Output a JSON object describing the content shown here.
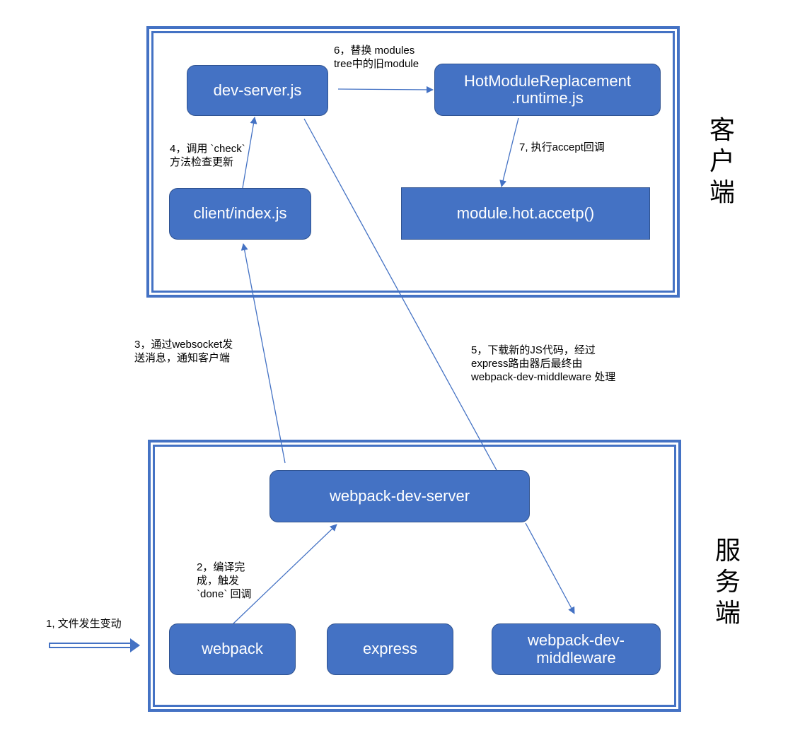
{
  "client": {
    "title": "客\n户\n端",
    "nodes": {
      "dev_server_js": "dev-server.js",
      "hmr_runtime": "HotModuleReplacement\n.runtime.js",
      "client_index": "client/index.js",
      "module_hot_accept": "module.hot.accetp()"
    }
  },
  "server": {
    "title": "服\n务\n端",
    "nodes": {
      "webpack_dev_server": "webpack-dev-server",
      "webpack": "webpack",
      "express": "express",
      "webpack_dev_middleware": "webpack-dev-\nmiddleware"
    }
  },
  "steps": {
    "step1": "1, 文件发生变动",
    "step2": "2，编译完\n成，触发\n`done` 回调",
    "step3": "3，通过websocket发\n送消息，通知客户端",
    "step4": "4，调用 `check`\n方法检查更新",
    "step5": "5，下载新的JS代码，经过\nexpress路由器后最终由\nwebpack-dev-middleware 处理",
    "step6": "6，替换 modules\ntree中的旧module",
    "step7": "7, 执行accept回调"
  },
  "colors": {
    "primary": "#4472c4",
    "node_border": "#2f528f",
    "text_on_node": "#ffffff"
  }
}
